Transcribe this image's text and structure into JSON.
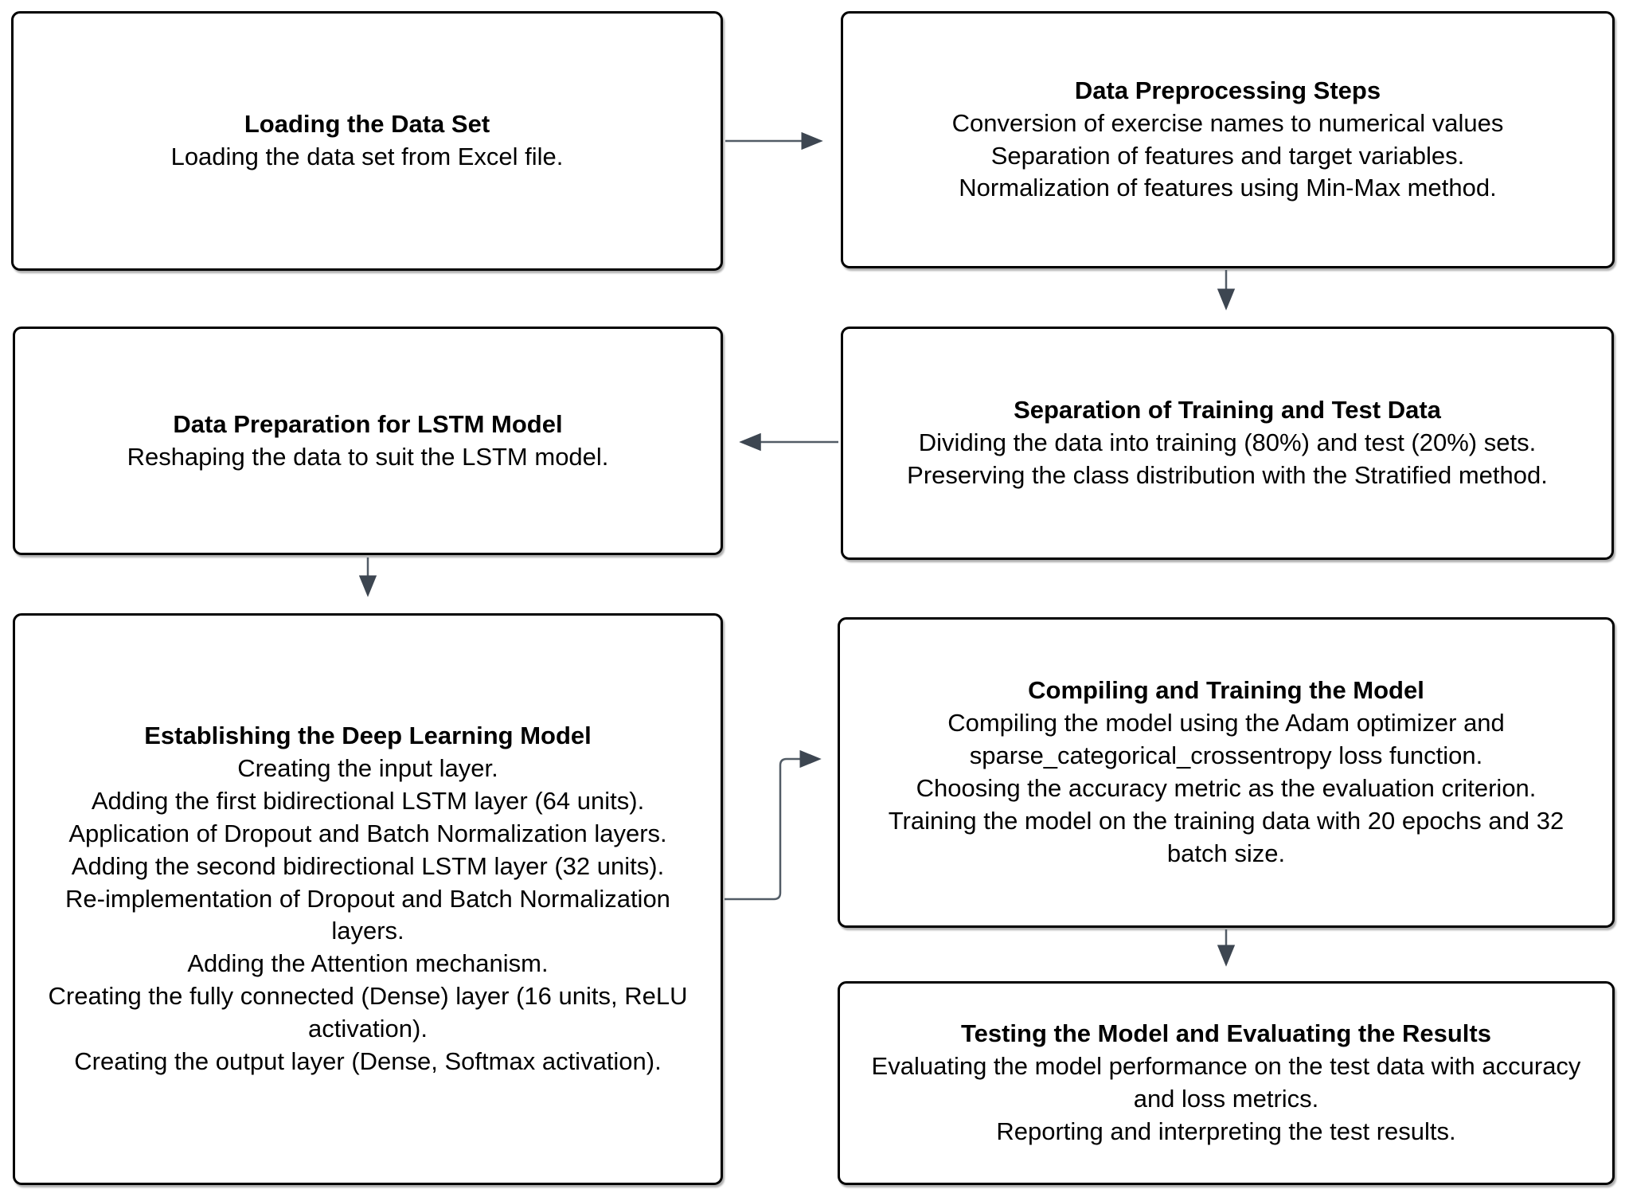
{
  "diagram_title": "LSTM model building workflow flowchart",
  "colors": {
    "background": "#ffffff",
    "box_fill": "#ffffff",
    "box_border": "#000000",
    "text": "#000000",
    "arrow_line": "#525c66",
    "arrow_head": "#3d4651"
  },
  "boxes": [
    {
      "id": "loading-data-set",
      "title": "Loading the Data Set",
      "lines": [
        "Loading the data set from Excel file."
      ]
    },
    {
      "id": "data-preprocessing-steps",
      "title": "Data Preprocessing Steps",
      "lines": [
        "Conversion of exercise names to numerical values",
        "Separation of features and target variables.",
        "Normalization of features using Min-Max method."
      ]
    },
    {
      "id": "separation-training-test-data",
      "title": "Separation of Training and Test Data",
      "lines": [
        "Dividing the data into training (80%) and test (20%) sets.",
        "Preserving the class distribution with the Stratified method."
      ]
    },
    {
      "id": "data-preparation-lstm",
      "title": "Data Preparation for LSTM Model",
      "lines": [
        "Reshaping the data to suit the LSTM model."
      ]
    },
    {
      "id": "establishing-deep-learning-model",
      "title": "Establishing the Deep Learning Model",
      "lines": [
        "Creating the input layer.",
        "Adding the first bidirectional LSTM layer (64 units).",
        "Application of Dropout and Batch Normalization layers.",
        "Adding the second bidirectional LSTM layer (32 units).",
        "Re-implementation of Dropout and Batch Normalization layers.",
        "Adding the Attention mechanism.",
        "Creating the fully connected (Dense) layer (16 units, ReLU activation).",
        "Creating the output layer (Dense, Softmax activation)."
      ]
    },
    {
      "id": "compiling-training-model",
      "title": "Compiling and Training the Model",
      "lines": [
        "Compiling the model using the Adam optimizer and sparse_categorical_crossentropy loss function.",
        "Choosing the accuracy metric as the evaluation criterion.",
        "Training the model on the training data with 20 epochs and 32 batch size."
      ]
    },
    {
      "id": "testing-evaluating-results",
      "title": "Testing the Model and Evaluating the Results",
      "lines": [
        "Evaluating the model performance on the test data with accuracy and loss metrics.",
        "Reporting and interpreting the test results."
      ]
    }
  ],
  "arrows": [
    {
      "from": "loading-data-set",
      "to": "data-preprocessing-steps",
      "direction": "right"
    },
    {
      "from": "data-preprocessing-steps",
      "to": "separation-training-test-data",
      "direction": "down"
    },
    {
      "from": "separation-training-test-data",
      "to": "data-preparation-lstm",
      "direction": "left"
    },
    {
      "from": "data-preparation-lstm",
      "to": "establishing-deep-learning-model",
      "direction": "down"
    },
    {
      "from": "establishing-deep-learning-model",
      "to": "compiling-training-model",
      "direction": "elbow-right"
    },
    {
      "from": "compiling-training-model",
      "to": "testing-evaluating-results",
      "direction": "down"
    }
  ]
}
